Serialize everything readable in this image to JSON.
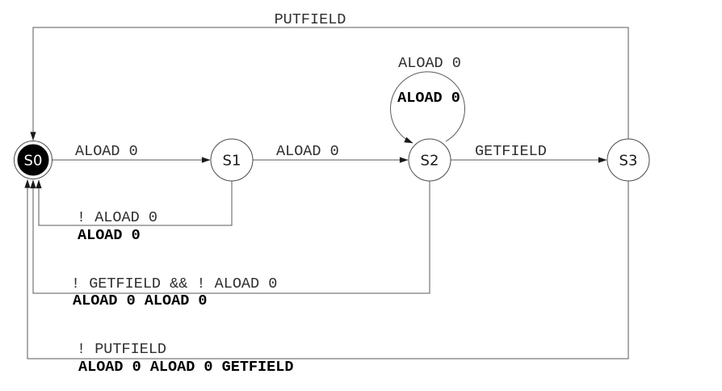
{
  "colors": {
    "background": "#ffffff",
    "line": "#5a5a5a",
    "arrow": "#1a1a1a",
    "node_stroke": "#4a4a4a",
    "node_fill_initial": "#000000",
    "label_text": "#2e2e2e",
    "bold_text": "#000000",
    "node_label_light": "#ffffff",
    "node_label_dark": "#1a1a1a"
  },
  "diagram": {
    "type": "finite-state-machine",
    "states": [
      {
        "id": "s0",
        "label": "S0",
        "filled": true,
        "double_circle": true
      },
      {
        "id": "s1",
        "label": "S1",
        "filled": false,
        "double_circle": false
      },
      {
        "id": "s2",
        "label": "S2",
        "filled": false,
        "double_circle": false
      },
      {
        "id": "s3",
        "label": "S3",
        "filled": false,
        "double_circle": false
      }
    ],
    "transitions": [
      {
        "id": "s3-s0-top",
        "from": "S3",
        "to": "S0",
        "label": "PUTFIELD",
        "bold_label": ""
      },
      {
        "id": "s0-s1",
        "from": "S0",
        "to": "S1",
        "label": "ALOAD 0",
        "bold_label": ""
      },
      {
        "id": "s1-s2",
        "from": "S1",
        "to": "S2",
        "label": "ALOAD 0",
        "bold_label": ""
      },
      {
        "id": "s2-s3",
        "from": "S2",
        "to": "S3",
        "label": "GETFIELD",
        "bold_label": ""
      },
      {
        "id": "s2-self",
        "from": "S2",
        "to": "S2",
        "label": "ALOAD 0",
        "bold_label": "ALOAD 0"
      },
      {
        "id": "s1-s0",
        "from": "S1",
        "to": "S0",
        "label": "! ALOAD 0",
        "bold_label": "ALOAD 0"
      },
      {
        "id": "s2-s0",
        "from": "S2",
        "to": "S0",
        "label": "! GETFIELD && ! ALOAD 0",
        "bold_label": "ALOAD 0 ALOAD 0"
      },
      {
        "id": "s3-s0-bottom",
        "from": "S3",
        "to": "S0",
        "label": "! PUTFIELD",
        "bold_label": "ALOAD 0 ALOAD 0 GETFIELD"
      }
    ]
  }
}
